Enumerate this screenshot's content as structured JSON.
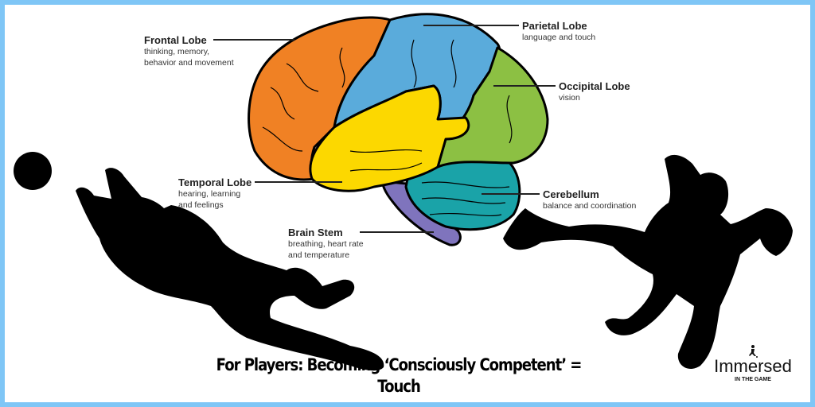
{
  "labels": {
    "frontal": {
      "title": "Frontal Lobe",
      "desc1": "thinking, memory,",
      "desc2": "behavior and movement"
    },
    "parietal": {
      "title": "Parietal Lobe",
      "desc1": "language and touch"
    },
    "occipital": {
      "title": "Occipital Lobe",
      "desc1": "vision"
    },
    "temporal": {
      "title": "Temporal Lobe",
      "desc1": "hearing, learning",
      "desc2": "and feelings"
    },
    "brainstem": {
      "title": "Brain Stem",
      "desc1": "breathing, heart rate",
      "desc2": "and temperature"
    },
    "cerebellum": {
      "title": "Cerebellum",
      "desc1": "balance and coordination"
    }
  },
  "title": {
    "line1": "For Players: Becoming ‘Consciously Competent’ =",
    "line2": "Touch"
  },
  "logo": {
    "name": "Immersed",
    "tagline": "IN THE GAME"
  },
  "colors": {
    "frame": "#7fc6f6",
    "frontal": "#f08124",
    "parietal": "#5aabdb",
    "occipital": "#8cc043",
    "temporal": "#fcd800",
    "cerebellum": "#1aa3a8",
    "brainstem": "#7f74bd"
  }
}
